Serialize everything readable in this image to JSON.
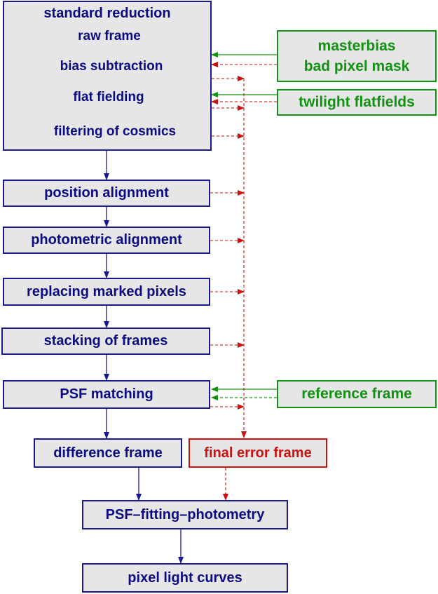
{
  "standard_reduction": {
    "title": "standard reduction",
    "steps": [
      "raw frame",
      "bias subtraction",
      "flat fielding",
      "filtering of cosmics"
    ]
  },
  "calibration_inputs": {
    "masterbias": "masterbias",
    "bad_pixel_mask": "bad pixel mask",
    "twilight_flatfields": "twilight flatfields",
    "reference_frame": "reference frame"
  },
  "pipeline_steps": {
    "position_alignment": "position alignment",
    "photometric_alignment": "photometric alignment",
    "replacing_marked_pixels": "replacing marked pixels",
    "stacking_of_frames": "stacking of frames",
    "psf_matching": "PSF matching",
    "difference_frame": "difference frame",
    "final_error_frame": "final error frame",
    "psf_fitting_photometry": "PSF–fitting–photometry",
    "pixel_light_curves": "pixel light curves"
  },
  "colors": {
    "process": "#0c0c80",
    "calibration": "#129112",
    "error": "#cc1111",
    "box_fill": "#e6e6e6"
  }
}
